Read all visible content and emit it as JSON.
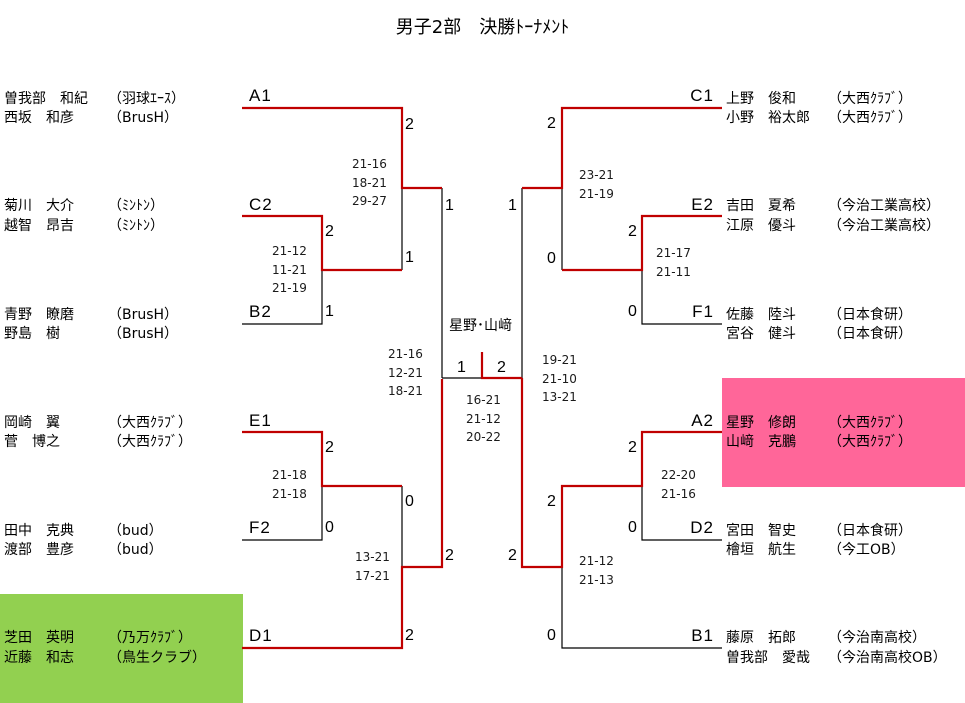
{
  "title": "男子2部　決勝ﾄｰﾅﾒﾝﾄ",
  "colors": {
    "winner_line": "#C00000",
    "loser_line": "#000000",
    "champion_highlight": "#FF6699",
    "runner_up_highlight": "#92D050"
  },
  "left": {
    "entries": [
      {
        "seed": "A1",
        "players": [
          {
            "name": "曽我部　和紀",
            "club": "（羽球ｴｰｽ）"
          },
          {
            "name": "西坂　和彦",
            "club": "（BrusH）"
          }
        ]
      },
      {
        "seed": "C2",
        "players": [
          {
            "name": "菊川　大介",
            "club": "（ﾐﾝﾄﾝ）"
          },
          {
            "name": "越智　昂吉",
            "club": "（ﾐﾝﾄﾝ）"
          }
        ]
      },
      {
        "seed": "B2",
        "players": [
          {
            "name": "青野　瞭磨",
            "club": "（BrusH）"
          },
          {
            "name": "野島　樹",
            "club": "（BrusH）"
          }
        ]
      },
      {
        "seed": "E1",
        "players": [
          {
            "name": "岡崎　翼",
            "club": "（大西ｸﾗﾌﾞ）"
          },
          {
            "name": "菅　博之",
            "club": "（大西ｸﾗﾌﾞ）"
          }
        ]
      },
      {
        "seed": "F2",
        "players": [
          {
            "name": "田中　克典",
            "club": "（bud）"
          },
          {
            "name": "渡部　豊彦",
            "club": "（bud）"
          }
        ]
      },
      {
        "seed": "D1",
        "highlight": "runner_up",
        "players": [
          {
            "name": "芝田　英明",
            "club": "（乃万ｸﾗﾌﾞ）"
          },
          {
            "name": "近藤　和志",
            "club": "（鳥生クラブ）"
          }
        ]
      }
    ],
    "matches": [
      {
        "between": [
          "C2",
          "B2"
        ],
        "games": [
          "2",
          "1"
        ],
        "scores": [
          "21-12",
          "11-21",
          "21-19"
        ]
      },
      {
        "between": [
          "A1",
          "C2"
        ],
        "games": [
          "2",
          "1"
        ],
        "scores": [
          "21-16",
          "18-21",
          "29-27"
        ]
      },
      {
        "between": [
          "E1",
          "F2"
        ],
        "games": [
          "2",
          "0"
        ],
        "scores": [
          "21-18",
          "21-18"
        ]
      },
      {
        "between": [
          "E1",
          "D1"
        ],
        "games": [
          "0",
          "2"
        ],
        "scores": [
          "13-21",
          "17-21"
        ]
      },
      {
        "between": [
          "A1",
          "D1"
        ],
        "games": [
          "1",
          "2"
        ],
        "scores": [
          "21-16",
          "12-21",
          "18-21"
        ]
      }
    ]
  },
  "right": {
    "entries": [
      {
        "seed": "C1",
        "players": [
          {
            "name": "上野　俊和",
            "club": "（大西ｸﾗﾌﾞ）"
          },
          {
            "name": "小野　裕太郎",
            "club": "（大西ｸﾗﾌﾞ）"
          }
        ]
      },
      {
        "seed": "E2",
        "players": [
          {
            "name": "吉田　夏希",
            "club": "（今治工業高校）"
          },
          {
            "name": "江原　優斗",
            "club": "（今治工業高校）"
          }
        ]
      },
      {
        "seed": "F1",
        "players": [
          {
            "name": "佐藤　陸斗",
            "club": "（日本食研）"
          },
          {
            "name": "宮谷　健斗",
            "club": "（日本食研）"
          }
        ]
      },
      {
        "seed": "A2",
        "highlight": "champion",
        "players": [
          {
            "name": "星野　修朗",
            "club": "（大西ｸﾗﾌﾞ）"
          },
          {
            "name": "山﨑　克鵬",
            "club": "（大西ｸﾗﾌﾞ）"
          }
        ]
      },
      {
        "seed": "D2",
        "players": [
          {
            "name": "宮田　智史",
            "club": "（日本食研）"
          },
          {
            "name": "檜垣　航生",
            "club": "（今工OB）"
          }
        ]
      },
      {
        "seed": "B1",
        "players": [
          {
            "name": "藤原　拓郎",
            "club": "（今治南高校）"
          },
          {
            "name": "曽我部　愛哉",
            "club": "（今治南高校OB）"
          }
        ]
      }
    ],
    "matches": [
      {
        "between": [
          "E2",
          "F1"
        ],
        "games": [
          "2",
          "0"
        ],
        "scores": [
          "21-17",
          "21-11"
        ]
      },
      {
        "between": [
          "C1",
          "E2"
        ],
        "games": [
          "2",
          "0"
        ],
        "scores": [
          "23-21",
          "21-19"
        ]
      },
      {
        "between": [
          "A2",
          "D2"
        ],
        "games": [
          "2",
          "0"
        ],
        "scores": [
          "22-20",
          "21-16"
        ]
      },
      {
        "between": [
          "A2",
          "B1"
        ],
        "games": [
          "2",
          "0"
        ],
        "scores": [
          "21-12",
          "21-13"
        ]
      },
      {
        "between": [
          "C1",
          "A2"
        ],
        "games": [
          "1",
          "2"
        ],
        "scores": [
          "19-21",
          "21-10",
          "13-21"
        ]
      }
    ]
  },
  "final": {
    "winner_label": "星野･山﨑",
    "games": [
      "1",
      "2"
    ],
    "scores": [
      "16-21",
      "21-12",
      "20-22"
    ]
  }
}
